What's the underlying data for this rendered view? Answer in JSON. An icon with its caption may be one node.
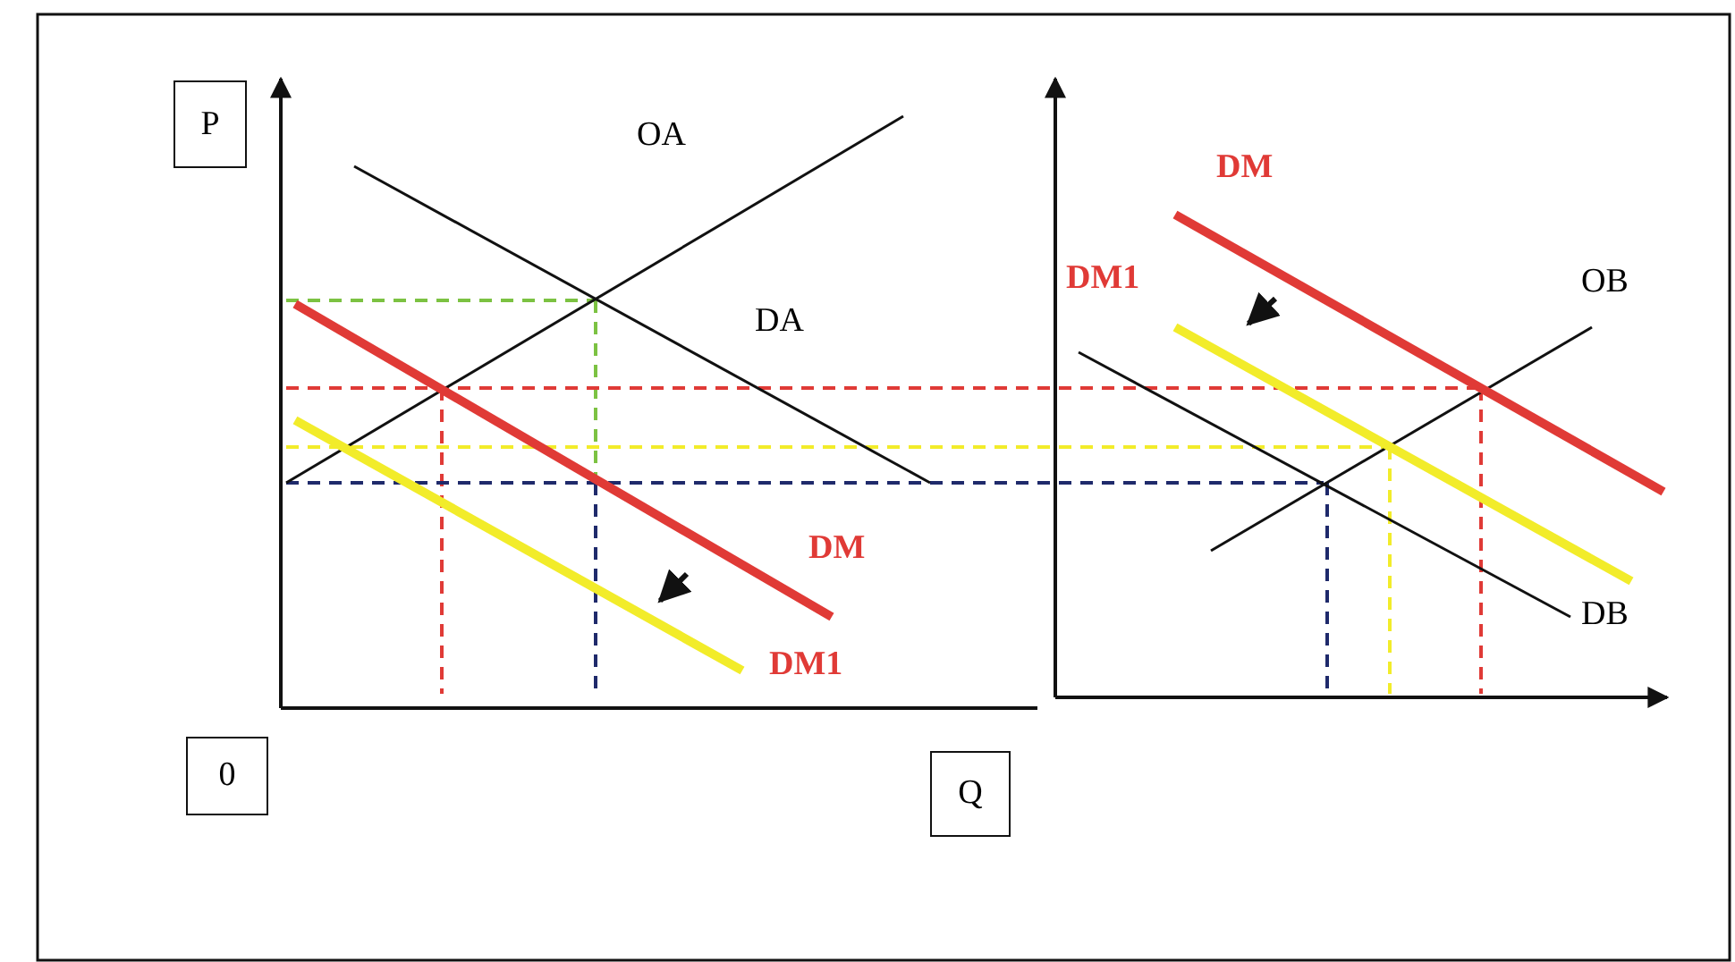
{
  "diagram": {
    "nodes": [
      {
        "text": [
          "P"
        ]
      },
      {
        "text": [
          "0"
        ]
      },
      {
        "text": [
          "Q"
        ]
      }
    ],
    "labels": [
      "OA",
      "DA",
      "DM",
      "DM1",
      "DM",
      "DM1",
      "OB",
      "DB"
    ]
  }
}
